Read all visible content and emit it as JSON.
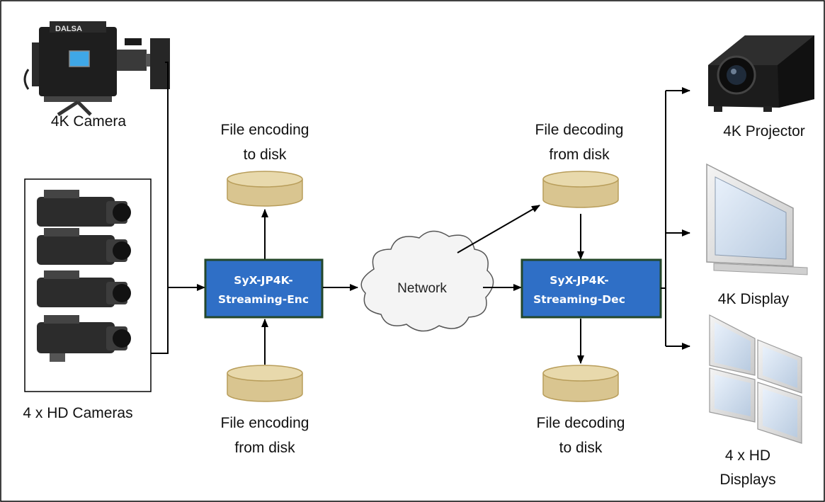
{
  "sources": {
    "camera_4k": "4K Camera",
    "cameras_hd": "4 x HD Cameras",
    "camera_brand": "DALSA"
  },
  "encoder": {
    "line1": "SyX-JP4K-",
    "line2": "Streaming-Enc",
    "disk_out": [
      "File encoding",
      "to disk"
    ],
    "disk_in": [
      "File encoding",
      "from disk"
    ]
  },
  "network": "Network",
  "decoder": {
    "line1": "SyX-JP4K-",
    "line2": "Streaming-Dec",
    "disk_in": [
      "File decoding",
      "from disk"
    ],
    "disk_out": [
      "File decoding",
      "to disk"
    ]
  },
  "outputs": {
    "projector": "4K Projector",
    "display": "4K Display",
    "displays_hd": [
      "4 x HD",
      "Displays"
    ]
  },
  "colors": {
    "box_fill": "#2f6fc6",
    "box_border": "#24472a",
    "disk_fill": "#d9c590",
    "disk_top": "#e8d9ac",
    "disk_stroke": "#b89d5a"
  }
}
